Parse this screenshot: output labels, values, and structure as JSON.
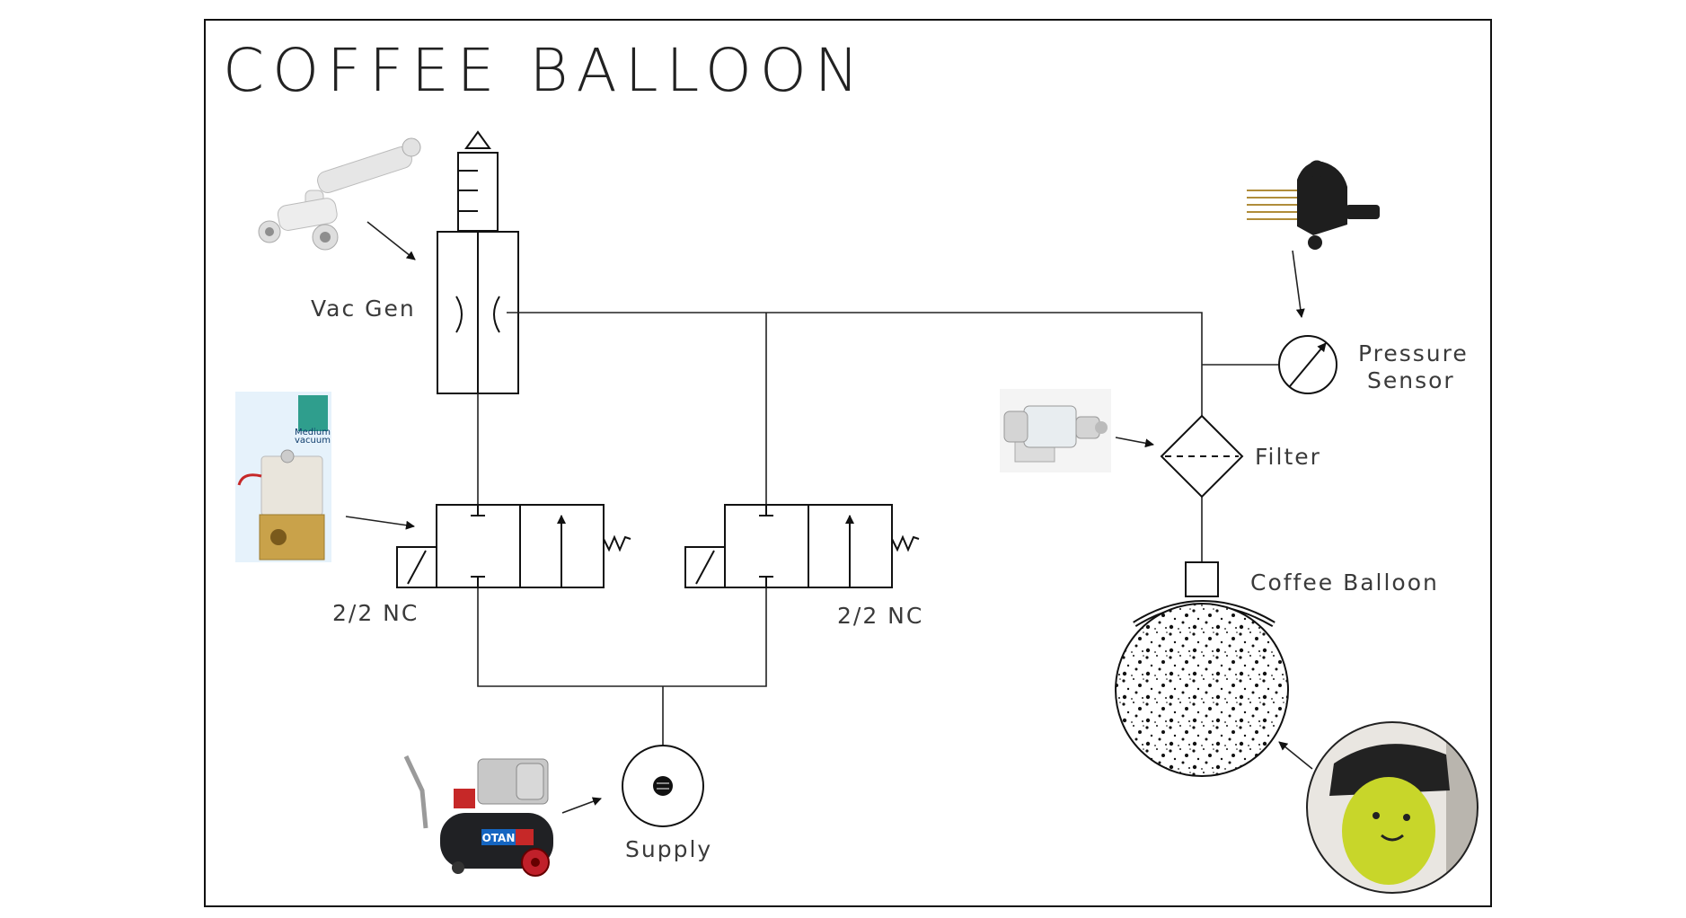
{
  "title": "COFFEE BALLOON",
  "labels": {
    "vac_gen": "Vac  Gen",
    "valve_left": "2/2  NC",
    "valve_right": "2/2  NC",
    "supply": "Supply",
    "pressure_sensor_line1": "Pressure",
    "pressure_sensor_line2": "Sensor",
    "filter": "Filter",
    "coffee_balloon": "Coffee  Balloon"
  },
  "photo_labels": {
    "vacuum_valve_badge_line1": "Medium",
    "vacuum_valve_badge_line2": "vacuum",
    "compressor_brand": "OTAN"
  },
  "colors": {
    "line": "#111111",
    "text": "#3a3a3a",
    "balloon_yellow": "#c8d62a",
    "compressor_red": "#c0202a",
    "valve_brass": "#c9a24a"
  }
}
